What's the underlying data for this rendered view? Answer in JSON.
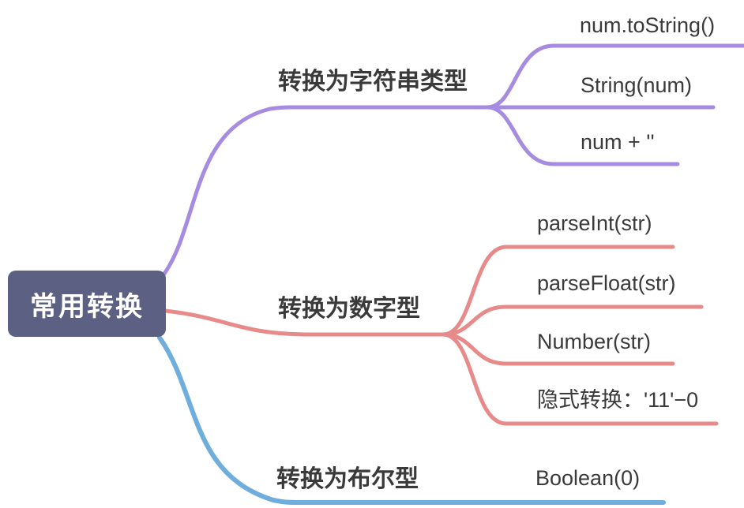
{
  "root": {
    "label": "常用转换"
  },
  "colors": {
    "root_bg": "#5C6183",
    "root_text": "#FFFFFF",
    "purple": "#A68BE0",
    "red": "#E68A8A",
    "blue": "#6FAEDC",
    "label_text": "#3A3A3A"
  },
  "branches": [
    {
      "label": "转换为字符串类型",
      "color": "#A68BE0",
      "children": [
        "num.toString()",
        "String(num)",
        "num + ''"
      ]
    },
    {
      "label": "转换为数字型",
      "color": "#E68A8A",
      "children": [
        "parseInt(str)",
        "parseFloat(str)",
        "Number(str)",
        "隐式转换：'11'−0"
      ]
    },
    {
      "label": "转换为布尔型",
      "color": "#6FAEDC",
      "children": [
        "Boolean(0)"
      ]
    }
  ]
}
